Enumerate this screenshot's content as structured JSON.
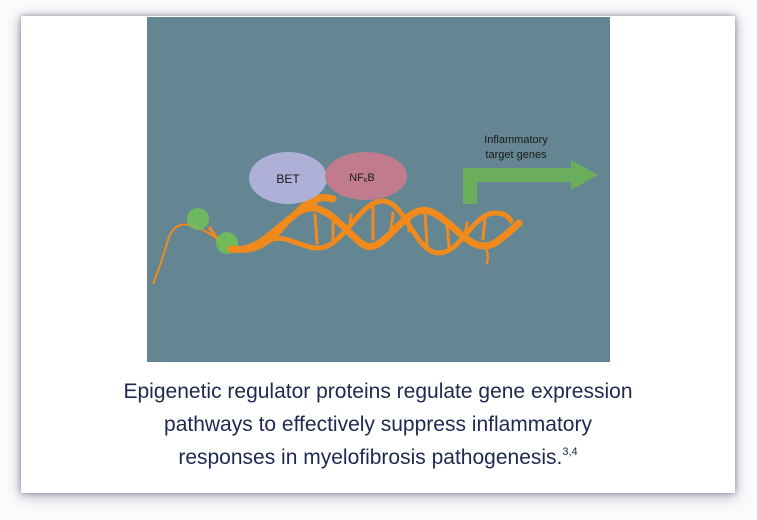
{
  "diagram": {
    "labels": {
      "bet": "BET",
      "nfkb_prefix": "NF",
      "nfkb_kappa": "κ",
      "nfkb_suffix": "B",
      "target_line1": "Inflammatory",
      "target_line2": "target genes"
    },
    "colors": {
      "panel_background": "#648693",
      "dna_strand": "#f08a1c",
      "bet_protein": "#aeb0d8",
      "nfkb_protein": "#c07c8c",
      "histone_bead": "#6fbf5a",
      "arrow": "#6aae5c",
      "text": "#1a1a1a"
    }
  },
  "caption": {
    "line1": "Epigenetic regulator proteins regulate gene expression",
    "line2": "pathways to effectively suppress inflammatory",
    "line3": "responses in myelofibrosis pathogenesis.",
    "refs": "3,4"
  }
}
